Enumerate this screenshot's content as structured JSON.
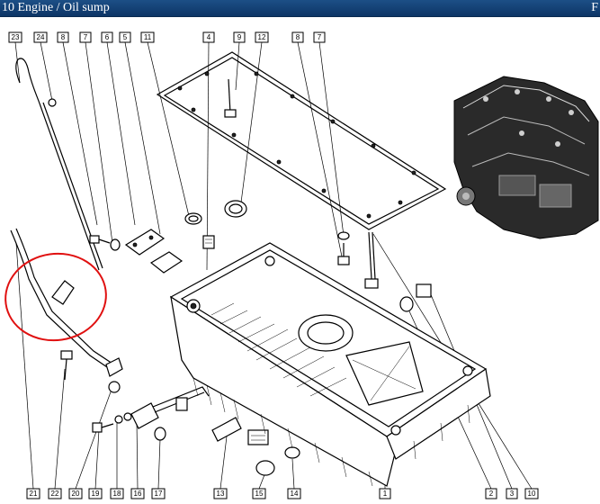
{
  "header": {
    "title": "10 Engine / Oil sump",
    "right_mark": "F"
  },
  "callouts_top": [
    "23",
    "24",
    "8",
    "7",
    "6",
    "5",
    "11",
    "4",
    "9",
    "12",
    "8",
    "7"
  ],
  "callouts_bottom": [
    "21",
    "22",
    "20",
    "19",
    "18",
    "16",
    "17",
    "13",
    "15",
    "14",
    "1",
    "2",
    "3",
    "10"
  ],
  "highlight": {
    "shape": "ellipse",
    "color": "#e01010"
  }
}
